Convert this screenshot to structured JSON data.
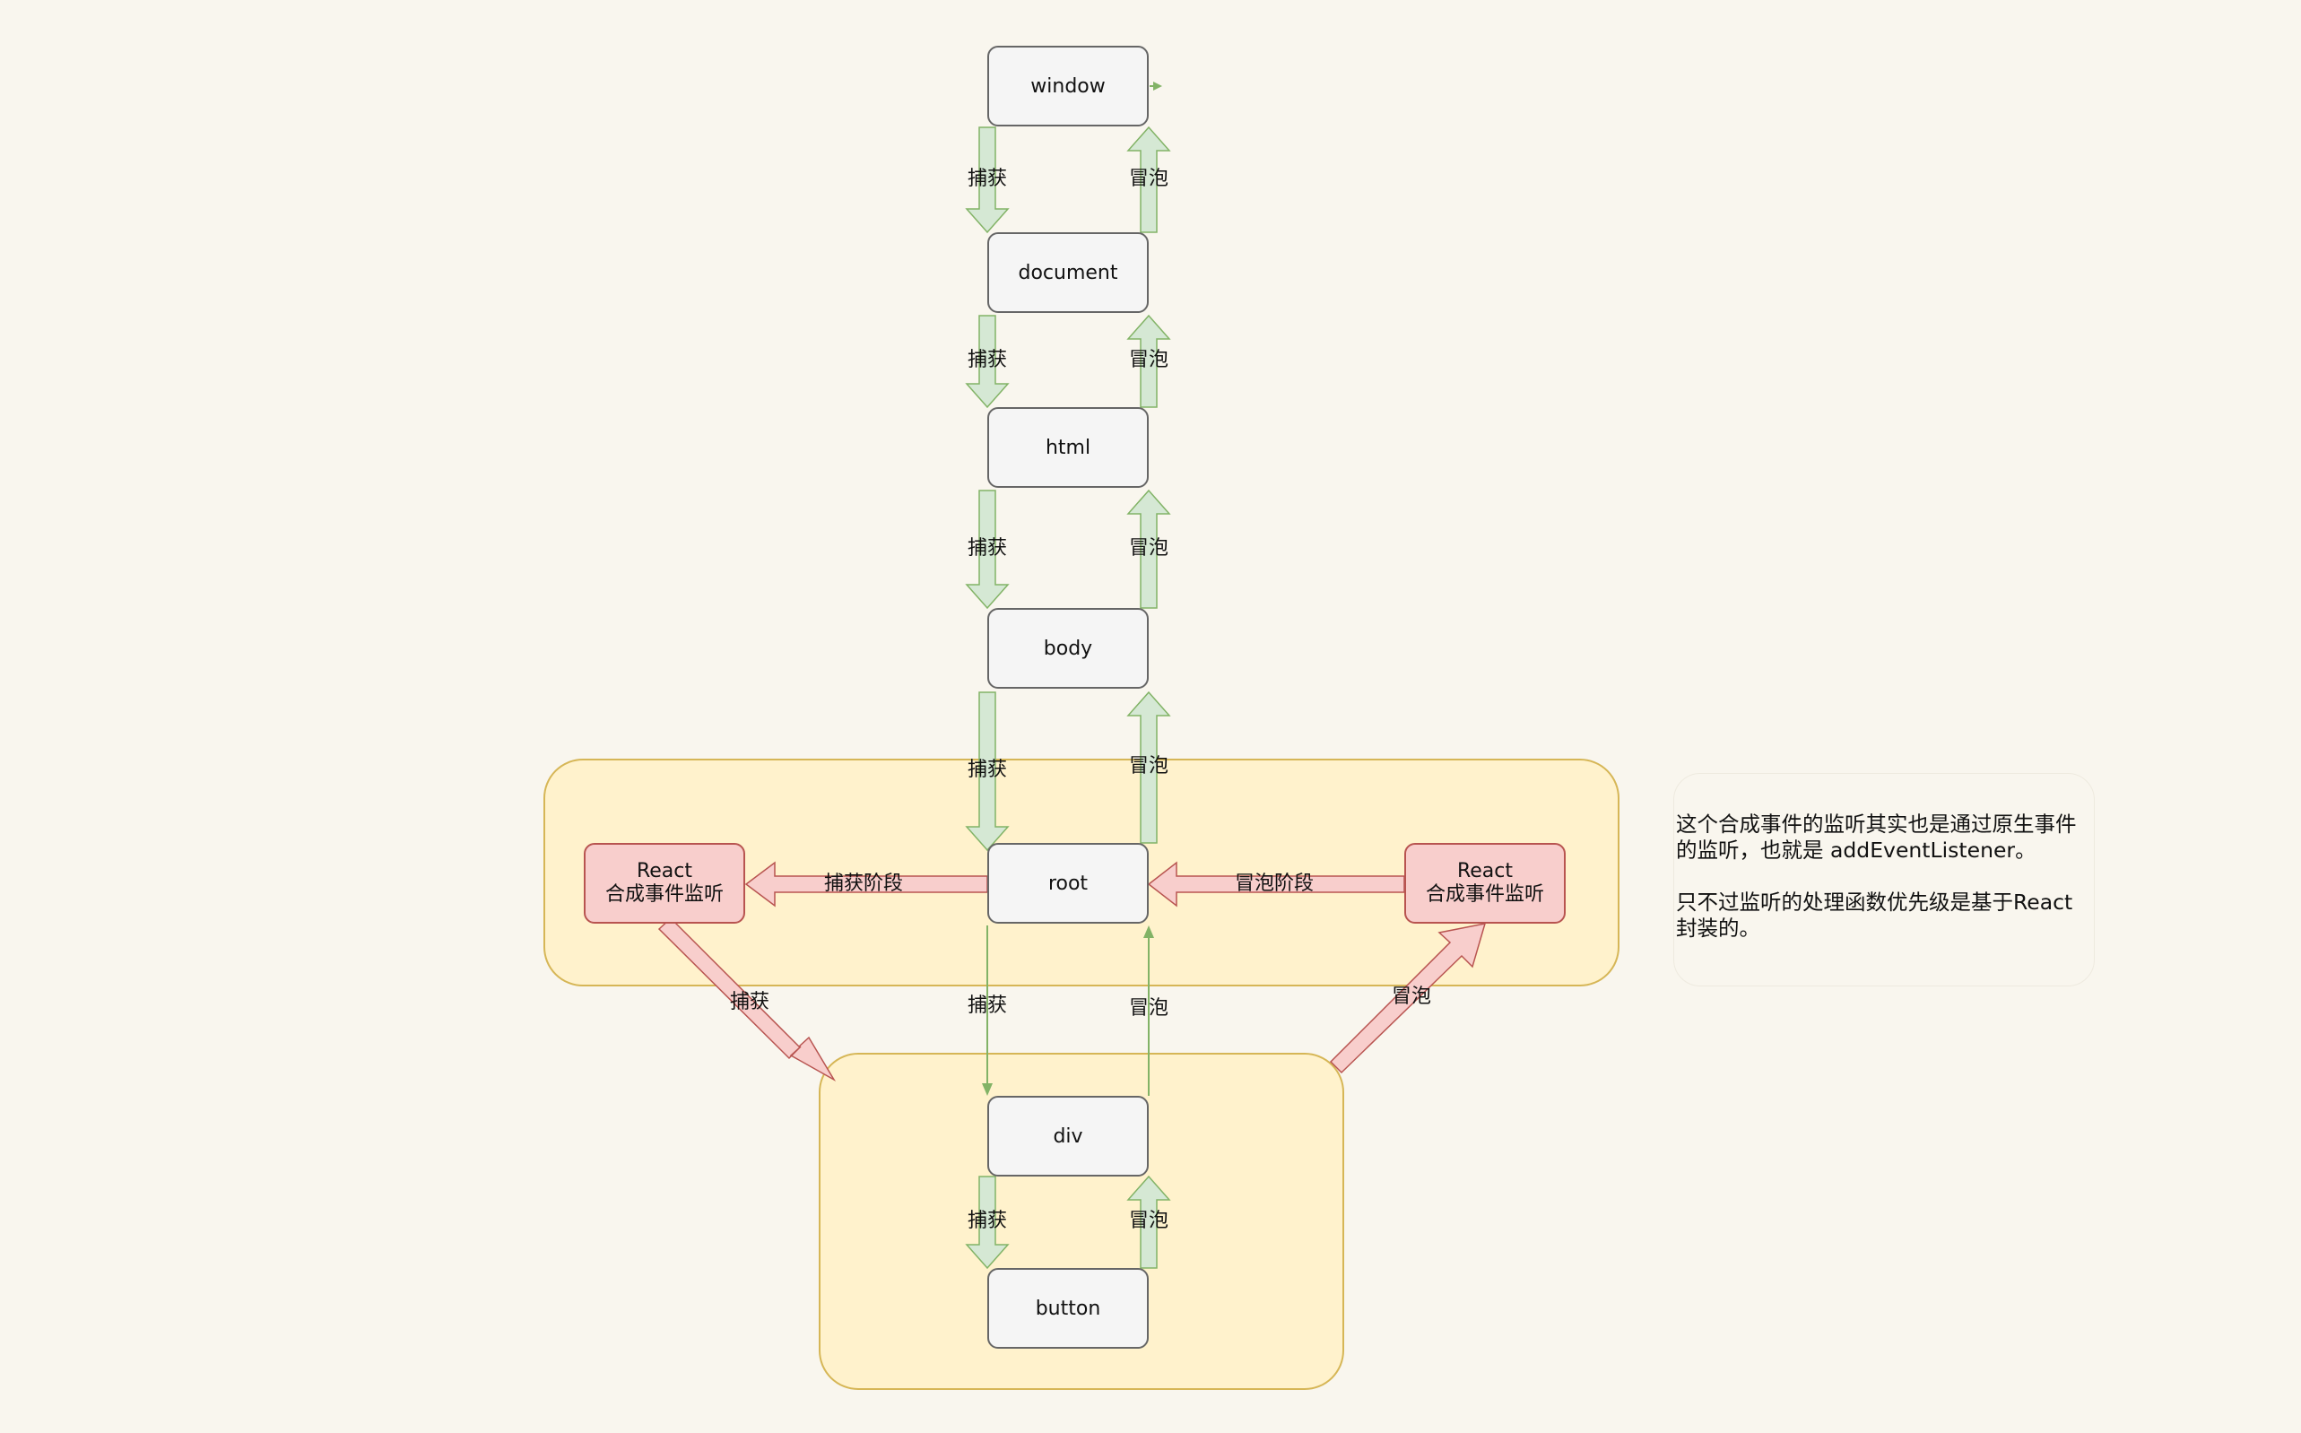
{
  "nodes": {
    "window": "window",
    "document": "document",
    "html": "html",
    "body": "body",
    "root": "root",
    "div": "div",
    "button": "button"
  },
  "react_capture": {
    "line1": "React",
    "line2": "合成事件监听"
  },
  "react_bubble": {
    "line1": "React",
    "line2": "合成事件监听"
  },
  "labels": {
    "capture": "捕获",
    "bubble": "冒泡",
    "capture_phase": "捕获阶段",
    "bubble_phase": "冒泡阶段"
  },
  "note": {
    "para1": "这个合成事件的监听其实也是通过原生事件\n的监听，也就是 addEventListener。",
    "para2": "只不过监听的处理函数优先级是基于React\n封装的。"
  },
  "colors": {
    "background": "#f9f6ee",
    "zone_fill": "#fff2cc",
    "zone_stroke": "#d6b656",
    "node_fill": "#f5f5f5",
    "node_stroke": "#666666",
    "react_fill": "#f8cecc",
    "react_stroke": "#b85450",
    "flow_fill": "#d5e8d4",
    "flow_stroke": "#82b366"
  }
}
